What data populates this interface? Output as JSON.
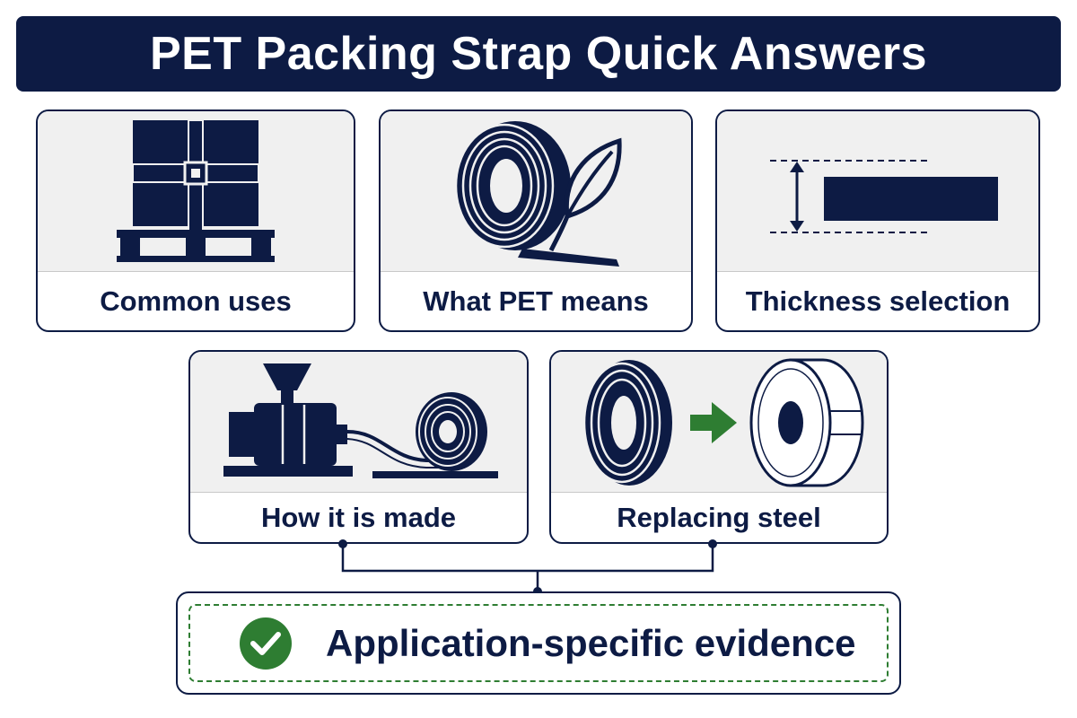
{
  "title": "PET Packing Strap Quick Answers",
  "colors": {
    "navy": "#0d1b44",
    "panel": "#f0f0f0",
    "green": "#2e7d32"
  },
  "cards": [
    {
      "label": "Common uses",
      "icon": "strapped-pallet-icon"
    },
    {
      "label": "What PET means",
      "icon": "strap-coil-leaf-icon"
    },
    {
      "label": "Thickness selection",
      "icon": "thickness-gauge-icon"
    },
    {
      "label": "How it is made",
      "icon": "extruder-machine-icon"
    },
    {
      "label": "Replacing steel",
      "icon": "pet-to-steel-coil-icon"
    }
  ],
  "evidence": {
    "label": "Application-specific evidence",
    "icon": "check-icon"
  }
}
